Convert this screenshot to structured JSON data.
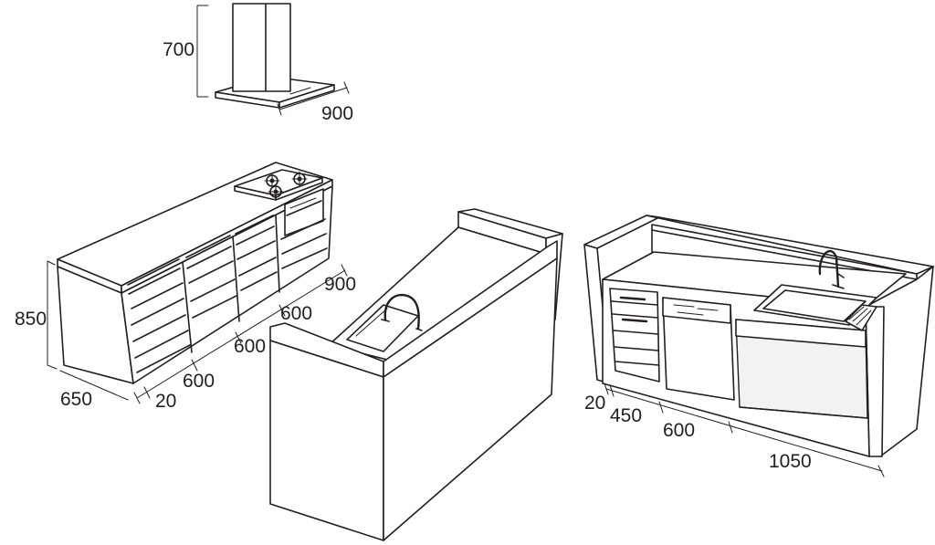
{
  "diagram": {
    "range_hood": {
      "height": "700",
      "width": "900"
    },
    "stove_island": {
      "height": "850",
      "depth": "650",
      "gap": "20",
      "module_1": "600",
      "module_2": "600",
      "module_3": "600",
      "stove_module": "900"
    },
    "sink_island": {
      "gap": "20",
      "drawer_module": "450",
      "dishwasher_module": "600",
      "sink_module": "1050"
    }
  }
}
